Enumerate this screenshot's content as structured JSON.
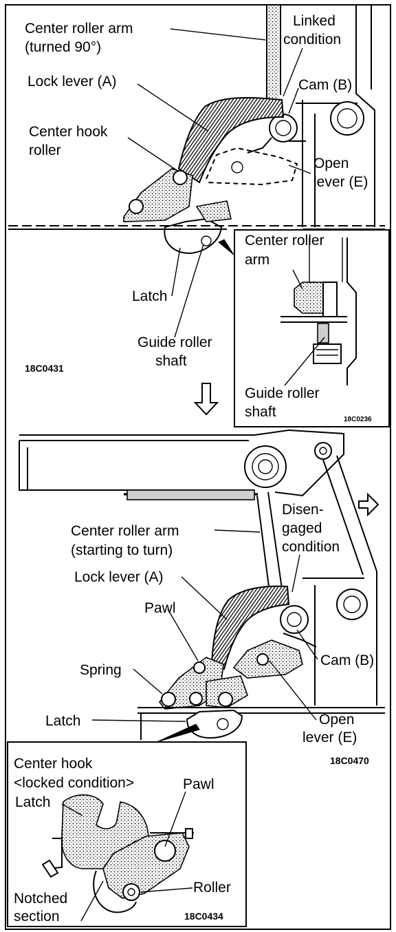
{
  "panel1": {
    "labels": {
      "center_roller_arm_l1": "Center roller arm",
      "center_roller_arm_l2": "(turned 90°)",
      "linked_condition_l1": "Linked",
      "linked_condition_l2": "condition",
      "lock_lever_a": "Lock lever (A)",
      "cam_b": "Cam (B)",
      "center_hook_roller_l1": "Center hook",
      "center_hook_roller_l2": "roller",
      "open_lever_l1": "Open",
      "open_lever_l2": "lever (E)",
      "latch": "Latch",
      "guide_roller_shaft_l1": "Guide roller",
      "guide_roller_shaft_l2": "shaft"
    },
    "figure_code": "18C0431"
  },
  "inset1": {
    "labels": {
      "center_roller_arm_l1": "Center roller",
      "center_roller_arm_l2": "arm",
      "guide_roller_shaft_l1": "Guide roller",
      "guide_roller_shaft_l2": "shaft"
    },
    "figure_code": "18C0236"
  },
  "panel2": {
    "labels": {
      "center_roller_arm_l1": "Center roller arm",
      "center_roller_arm_l2": "(starting to turn)",
      "disengaged_l1": "Disen-",
      "disengaged_l2": "gaged",
      "disengaged_l3": "condition",
      "lock_lever_a": "Lock lever (A)",
      "pawl": "Pawl",
      "spring": "Spring",
      "cam_b": "Cam (B)",
      "latch": "Latch",
      "open_lever_l1": "Open",
      "open_lever_l2": "lever (E)"
    },
    "figure_code": "18C0470"
  },
  "inset2": {
    "labels": {
      "center_hook": "Center hook",
      "locked_condition": "<locked condition>",
      "latch": "Latch",
      "pawl": "Pawl",
      "roller": "Roller",
      "notched_l1": "Notched",
      "notched_l2": "section"
    },
    "figure_code": "18C0434"
  }
}
